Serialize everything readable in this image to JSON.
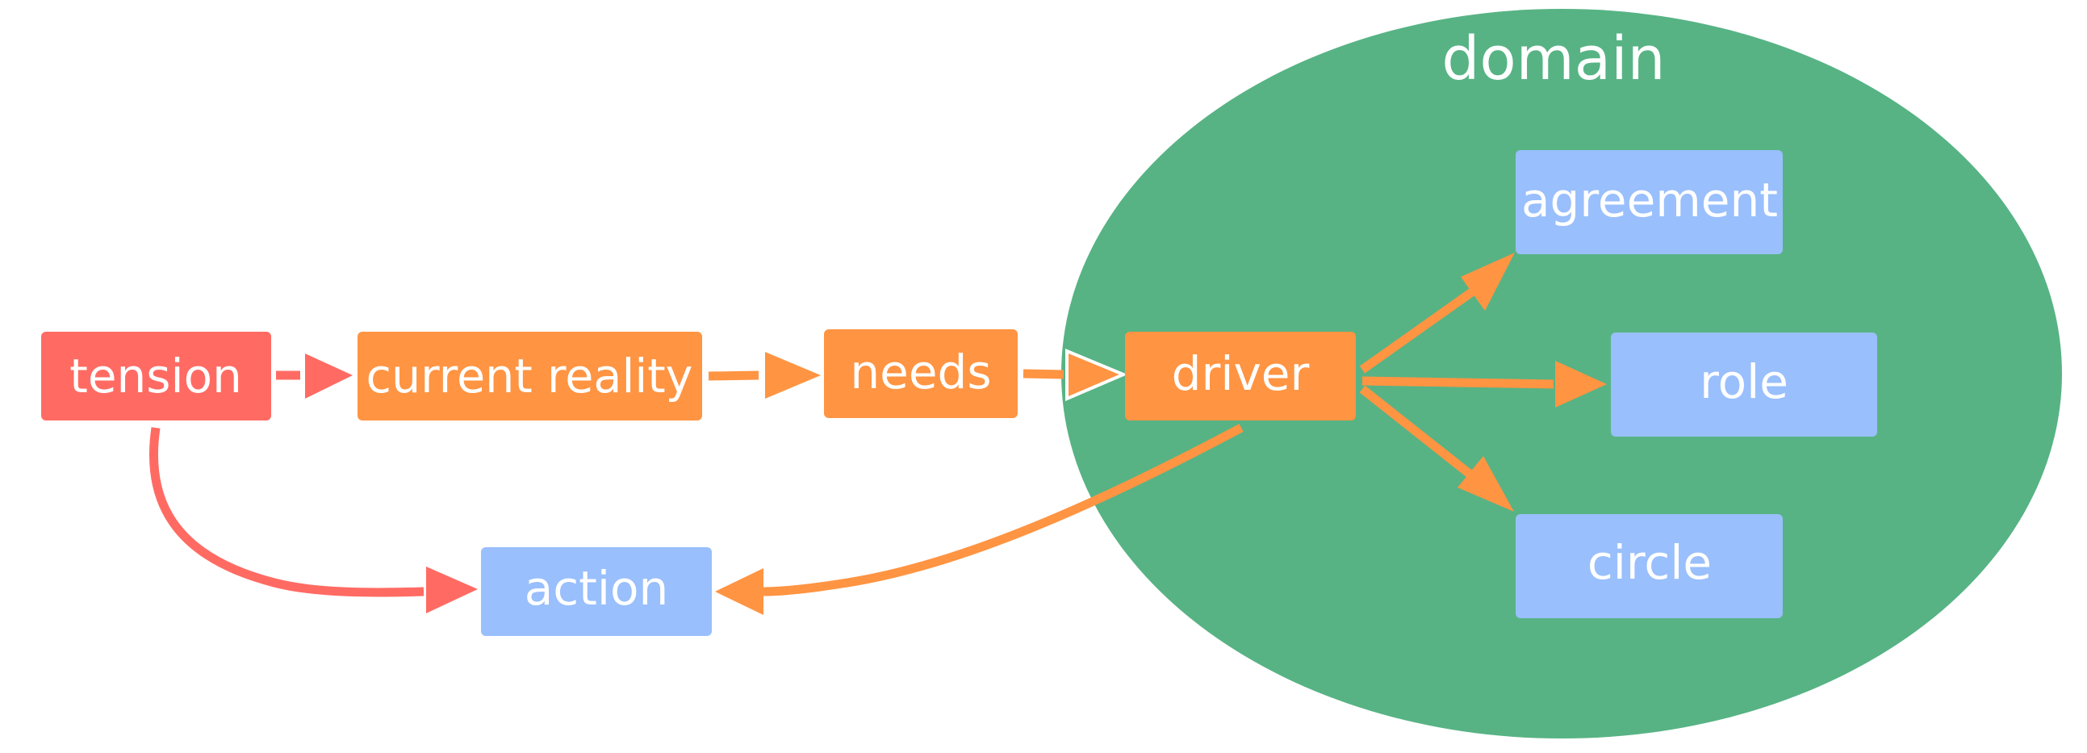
{
  "colors": {
    "red": "#FF6B63",
    "orange": "#FF9442",
    "blue": "#99BFFC",
    "green": "#57B384",
    "text": "#FFFFFF"
  },
  "domain": {
    "label": "domain"
  },
  "nodes": {
    "tension": "tension",
    "current_reality": "current reality",
    "needs": "needs",
    "driver": "driver",
    "action": "action",
    "agreement": "agreement",
    "role": "role",
    "circle": "circle"
  }
}
